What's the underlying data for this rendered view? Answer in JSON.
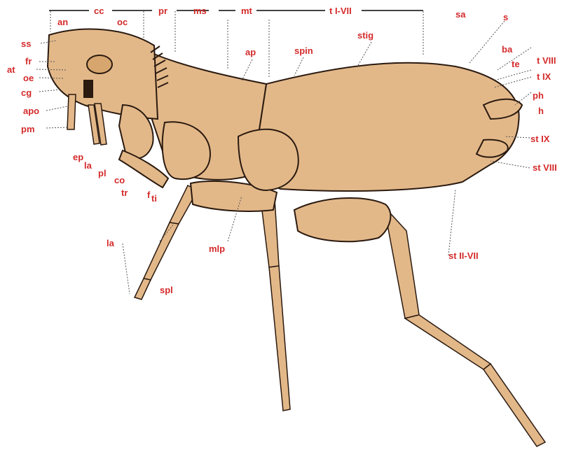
{
  "colors": {
    "body": "#E3B889",
    "outline": "#2a1a10",
    "label": "#D42A2A",
    "leader": "#555555",
    "bracket": "#444444"
  },
  "illustration": {
    "icon": "flea-anatomy-drawing"
  },
  "labels": {
    "cc": "cc",
    "pr": "pr",
    "ms": "ms",
    "mt": "mt",
    "t_i_vii": "t I-VII",
    "an": "an",
    "oc": "oc",
    "ss": "ss",
    "fr": "fr",
    "at": "at",
    "oe": "oe",
    "cg": "cg",
    "apo": "apo",
    "pm": "pm",
    "ep": "ep",
    "la_mouth": "la",
    "pl": "pl",
    "co": "co",
    "tr": "tr",
    "f": "f",
    "ti": "ti",
    "la_leg": "la",
    "spl": "spl",
    "mlp": "mlp",
    "ap": "ap",
    "spin": "spin",
    "stig": "stig",
    "sa": "sa",
    "s": "s",
    "ba": "ba",
    "t_viii": "t VIII",
    "te": "te",
    "t_ix": "t IX",
    "ph": "ph",
    "h": "h",
    "st_ix": "st IX",
    "st_viii": "st VIII",
    "st_ii_vii": "st II-VII"
  }
}
